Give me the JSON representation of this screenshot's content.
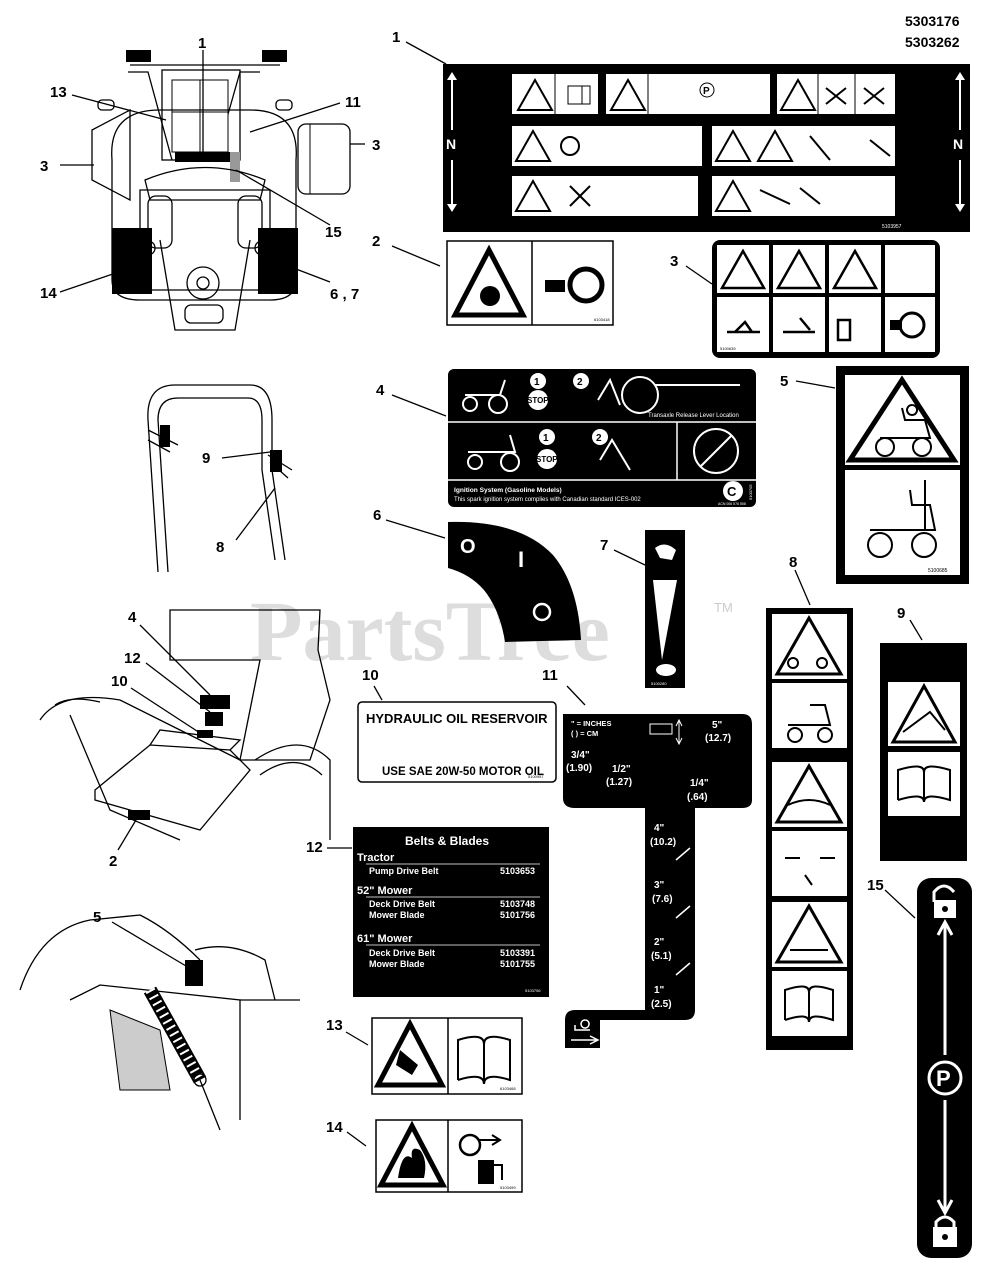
{
  "part_numbers": [
    "5303176",
    "5303262"
  ],
  "watermark": "PartsTree",
  "watermark_tm": "TM",
  "callouts": {
    "top_view": [
      "1",
      "13",
      "11",
      "3",
      "3",
      "15",
      "14",
      "6 , 7"
    ],
    "handle_view": [
      "9",
      "8"
    ],
    "seat_view": [
      "4",
      "12",
      "10",
      "2"
    ],
    "suspension_view": [
      "5"
    ],
    "decals": [
      "1",
      "2",
      "3",
      "4",
      "5",
      "6",
      "7",
      "8",
      "9",
      "10",
      "11",
      "12",
      "13",
      "14",
      "15"
    ]
  },
  "decal1": {
    "code": "5103957"
  },
  "decal2": {
    "code": "6103418"
  },
  "decal3": {
    "code": "5100639"
  },
  "decal4": {
    "step1": "1",
    "step2": "2",
    "stop": "STOP",
    "release_caption": "Transaxle Release Lever Location",
    "ignition_title": "Ignition System (Gasoline Models)",
    "ignition_text": "This spark ignition system complies with Canadian standard ICES-002",
    "acn": "ACN 006 576 558",
    "code": "5100705"
  },
  "decal5": {
    "code": "5100685"
  },
  "decal6": {
    "off": "O",
    "on": "I"
  },
  "decal7": {
    "code": "5100280"
  },
  "decal8": {},
  "decal10": {
    "title": "HYDRAULIC OIL RESERVOIR",
    "text": "USE SAE 20W-50 MOTOR OIL",
    "code": "5100957"
  },
  "decal11": {
    "legend1": "\" = INCHES",
    "legend2": "( ) = CM",
    "heights": [
      {
        "in": "5\"",
        "cm": "(12.7)"
      },
      {
        "in": "3/4\"",
        "cm": "(1.90)"
      },
      {
        "in": "1/2\"",
        "cm": "(1.27)"
      },
      {
        "in": "1/4\"",
        "cm": "(.64)"
      },
      {
        "in": "4\"",
        "cm": "(10.2)"
      },
      {
        "in": "3\"",
        "cm": "(7.6)"
      },
      {
        "in": "2\"",
        "cm": "(5.1)"
      },
      {
        "in": "1\"",
        "cm": "(2.5)"
      }
    ]
  },
  "decal12": {
    "title": "Belts & Blades",
    "tractor": "Tractor",
    "pump_belt": "Pump Drive Belt",
    "pump_belt_no": "5103653",
    "mower52": "52\" Mower",
    "deck52": "Deck Drive Belt",
    "deck52_no": "5103748",
    "blade52": "Mower Blade",
    "blade52_no": "5101756",
    "mower61": "61\" Mower",
    "deck61": "Deck Drive Belt",
    "deck61_no": "5103391",
    "blade61": "Mower Blade",
    "blade61_no": "5101755",
    "code": "5103756"
  },
  "decal13": {
    "code": "6103468"
  },
  "decal14": {
    "code": "5103499"
  },
  "decal15": {
    "park": "P"
  },
  "colors": {
    "ink": "#000000",
    "paper": "#ffffff",
    "watermark": "#dddddd"
  }
}
